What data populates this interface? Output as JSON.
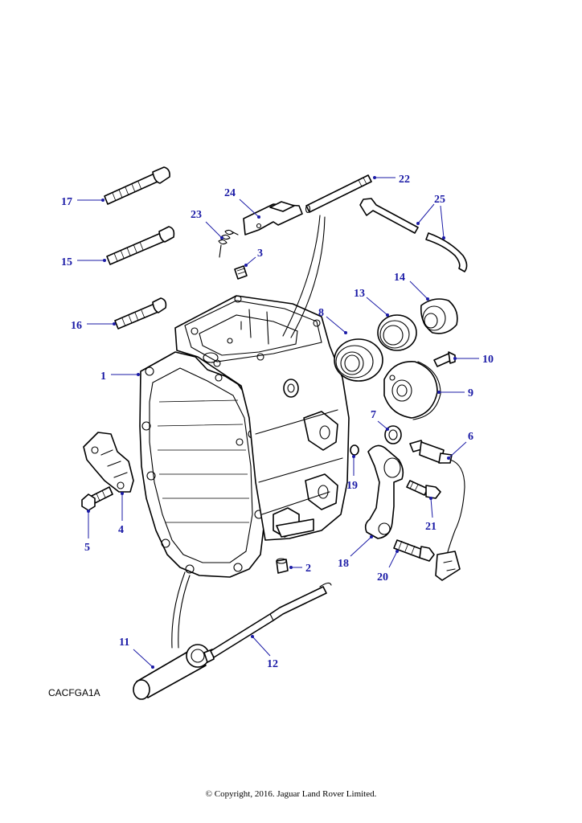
{
  "figure_code": "CACFGA1A",
  "copyright": "© Copyright, 2016. Jaguar Land Rover Limited.",
  "callouts": {
    "c1": "1",
    "c2": "2",
    "c3": "3",
    "c4": "4",
    "c5": "5",
    "c6": "6",
    "c7": "7",
    "c8": "8",
    "c9": "9",
    "c10": "10",
    "c11": "11",
    "c12": "12",
    "c13": "13",
    "c14": "14",
    "c15": "15",
    "c16": "16",
    "c17": "17",
    "c18": "18",
    "c19": "19",
    "c20": "20",
    "c21": "21",
    "c22": "22",
    "c23": "23",
    "c24": "24",
    "c25": "25"
  },
  "colors": {
    "callout": "#1a1aa6",
    "line": "#000000"
  }
}
